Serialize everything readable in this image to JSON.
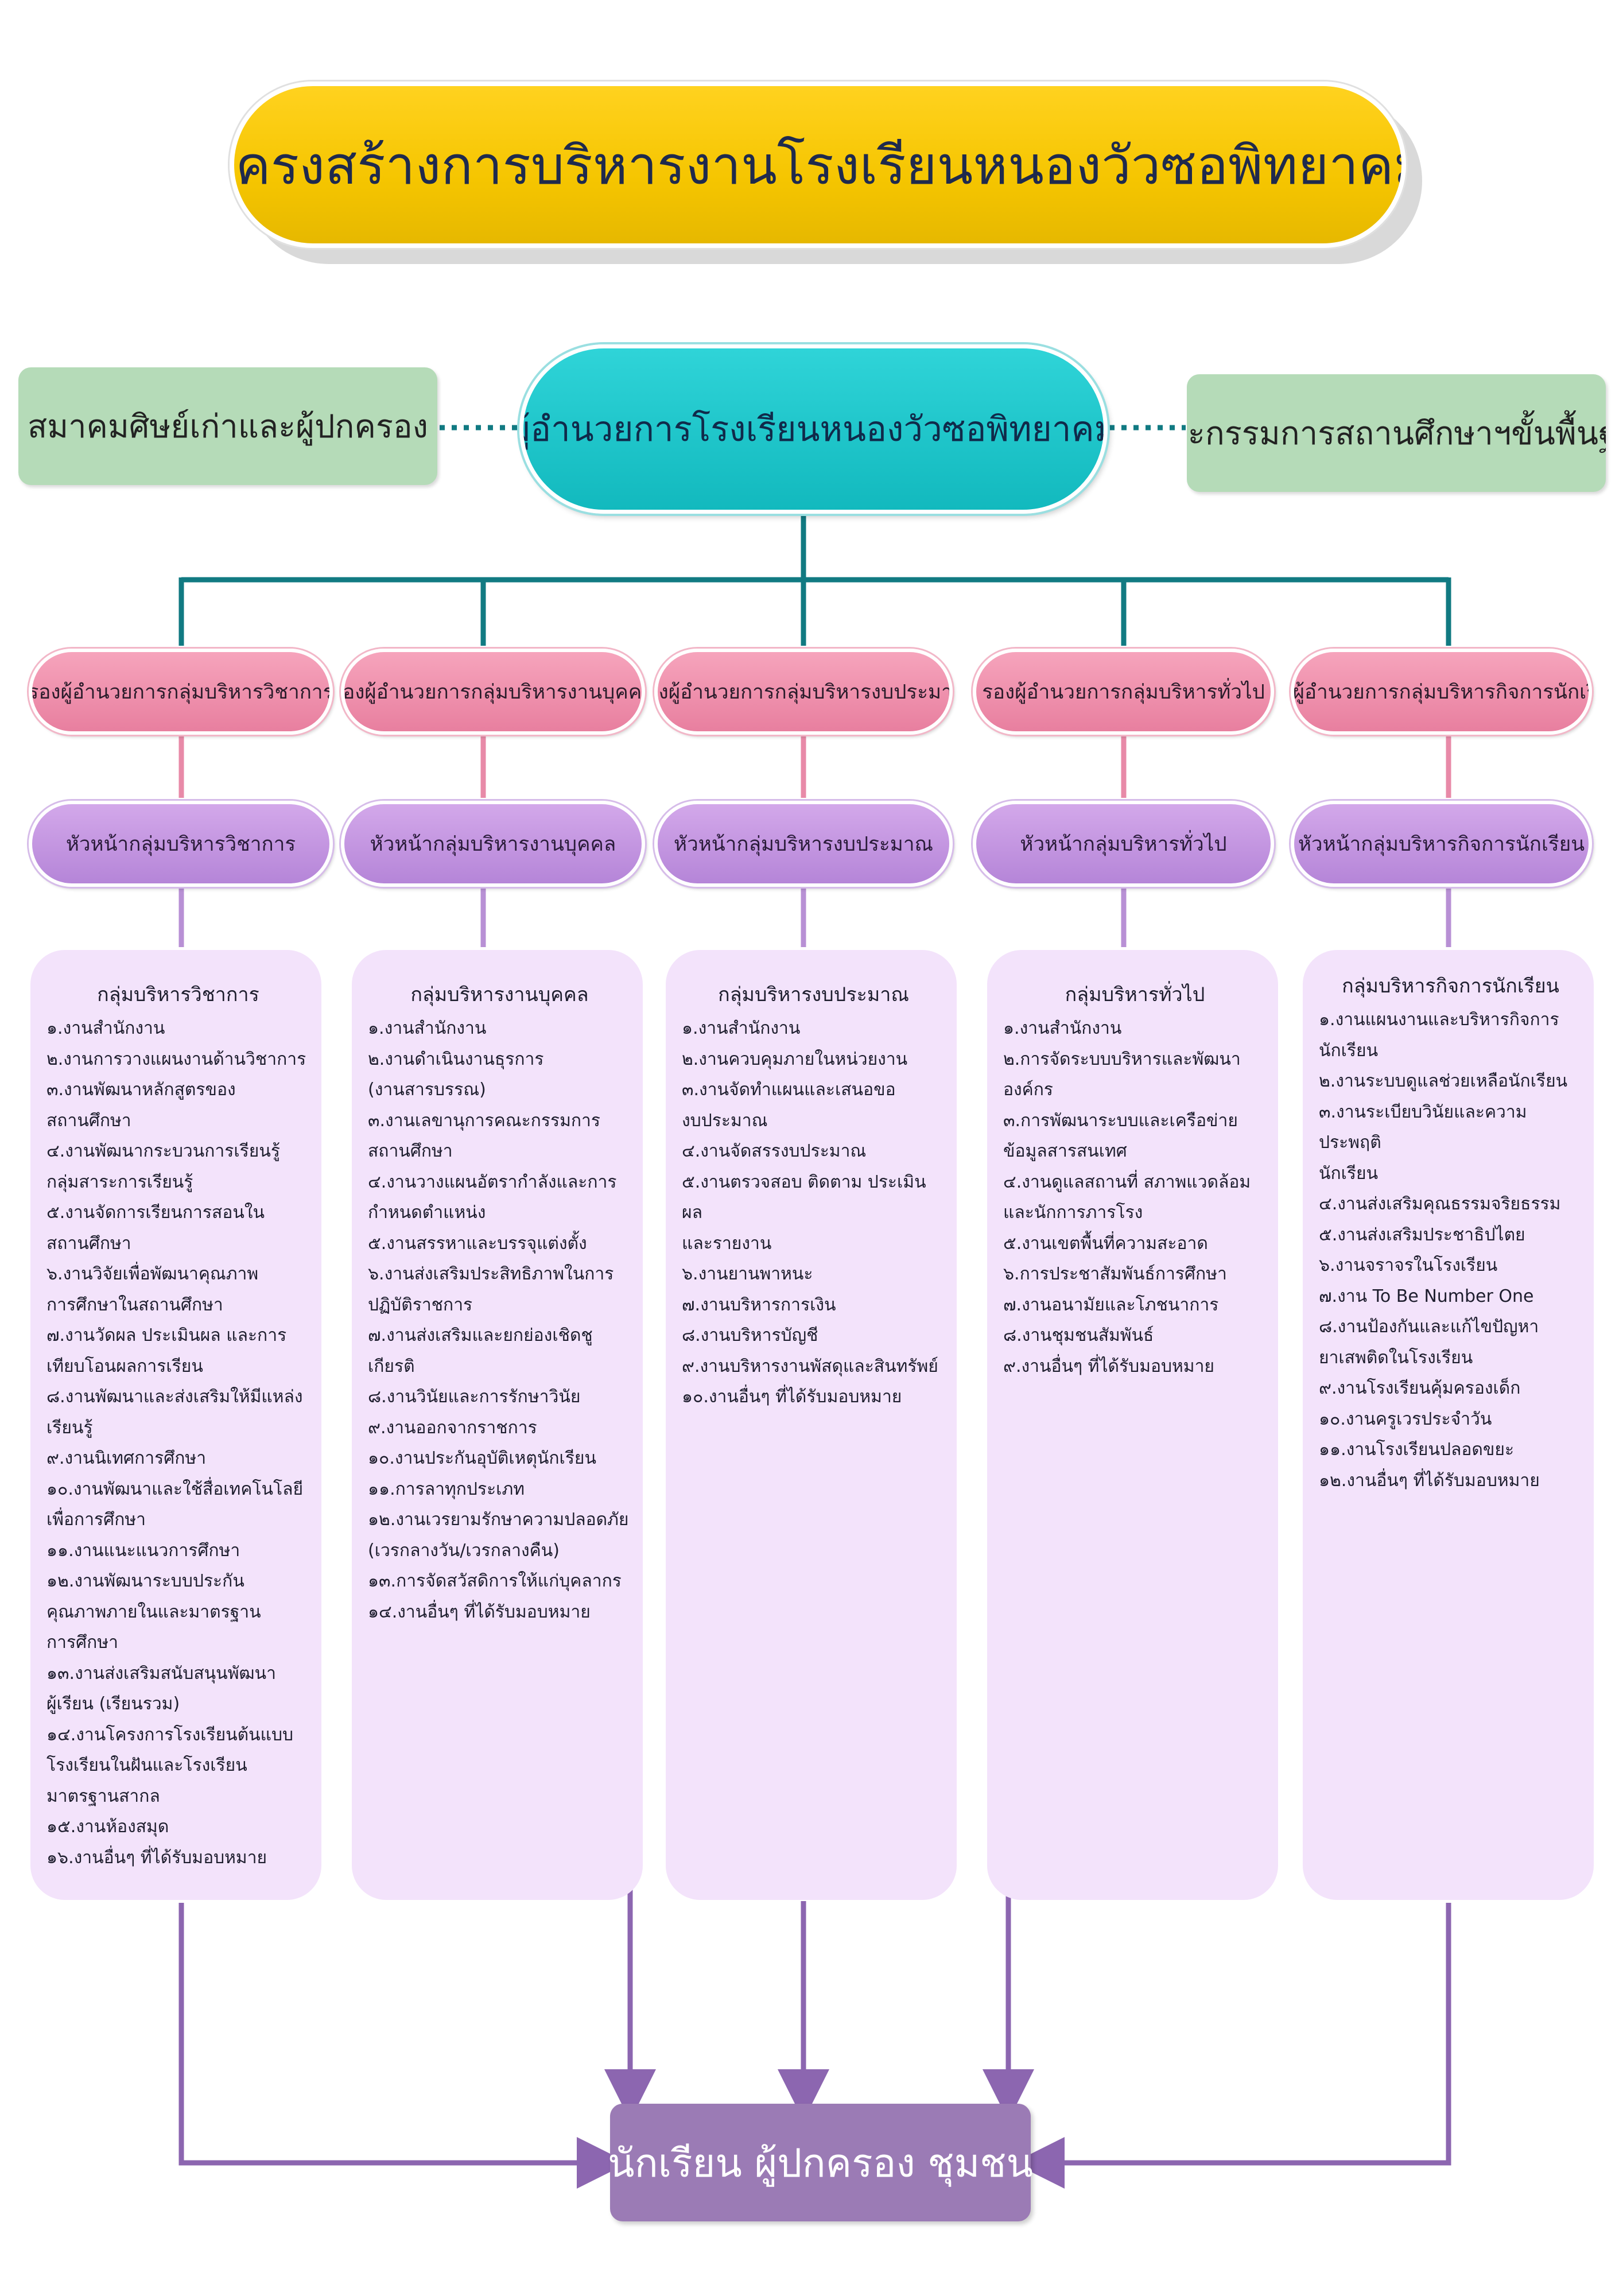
{
  "title": "โครงสร้างการบริหารงานโรงเรียนหนองวัวซอพิทยาคม",
  "director": "ผู้อำนวยการโรงเรียนหนองวัวซอพิทยาคม",
  "side_left": "สมาคมศิษย์เก่าและผู้ปกครอง",
  "side_right": "คณะกรรมการสถานศึกษาฯขั้นพื้นฐาน",
  "bottom": "นักเรียน ผู้ปกครอง ชุมชน",
  "colors": {
    "title": "#f5c500",
    "director": "#12b9be",
    "side": "#b5dbb8",
    "deputy": "#e87f9f",
    "head": "#b585d8",
    "box": "#f3e3fb",
    "bottom": "#9b7bb5",
    "connector_teal": "#117a82",
    "connector_pink": "#e88aa8",
    "connector_purple": "#b890d5",
    "arrow": "#8c66b0"
  },
  "columns": [
    {
      "deputy": "รองผู้อำนวยการกลุ่มบริหารวิชาการ",
      "head": "หัวหน้ากลุ่มบริหารวิชาการ",
      "box_title": "กลุ่มบริหารวิชาการ",
      "items": [
        "๑.งานสำนักงาน",
        "๒.งานการวางแผนงานด้านวิชาการ",
        "๓.งานพัฒนาหลักสูตรของ\nสถานศึกษา",
        "๔.งานพัฒนากระบวนการเรียนรู้\nกลุ่มสาระการเรียนรู้",
        "๕.งานจัดการเรียนการสอนใน\nสถานศึกษา",
        "๖.งานวิจัยเพื่อพัฒนาคุณภาพ\nการศึกษาในสถานศึกษา",
        "๗.งานวัดผล ประเมินผล และการ\nเทียบโอนผลการเรียน",
        "๘.งานพัฒนาและส่งเสริมให้มีแหล่ง\nเรียนรู้",
        "๙.งานนิเทศการศึกษา",
        "๑๐.งานพัฒนาและใช้สื่อเทคโนโลยี\nเพื่อการศึกษา",
        "๑๑.งานแนะแนวการศึกษา",
        "๑๒.งานพัฒนาระบบประกัน\nคุณภาพภายในและมาตรฐาน\nการศึกษา",
        "๑๓.งานส่งเสริมสนับสนุนพัฒนา\nผู้เรียน (เรียนรวม)",
        "๑๔.งานโครงการโรงเรียนต้นแบบ\nโรงเรียนในฝันและโรงเรียน\nมาตรฐานสากล",
        "๑๕.งานห้องสมุด",
        "๑๖.งานอื่นๆ ที่ได้รับมอบหมาย"
      ]
    },
    {
      "deputy": "รองผู้อำนวยการกลุ่มบริหารงานบุคคล",
      "head": "หัวหน้ากลุ่มบริหารงานบุคคล",
      "box_title": "กลุ่มบริหารงานบุคคล",
      "items": [
        "๑.งานสำนักงาน",
        "๒.งานดำเนินงานธุรการ\n(งานสารบรรณ)",
        "๓.งานเลขานุการคณะกรรมการ\nสถานศึกษา",
        "๔.งานวางแผนอัตรากำลังและการ\nกำหนดตำแหน่ง",
        "๕.งานสรรหาและบรรจุแต่งตั้ง",
        "๖.งานส่งเสริมประสิทธิภาพในการ\nปฏิบัติราชการ",
        "๗.งานส่งเสริมและยกย่องเชิดชู\nเกียรติ",
        "๘.งานวินัยและการรักษาวินัย",
        "๙.งานออกจากราชการ",
        "๑๐.งานประกันอุบัติเหตุนักเรียน",
        "๑๑.การลาทุกประเภท",
        "๑๒.งานเวรยามรักษาความปลอดภัย\n(เวรกลางวัน/เวรกลางคืน)",
        "๑๓.การจัดสวัสดิการให้แก่บุคลากร",
        "๑๔.งานอื่นๆ ที่ได้รับมอบหมาย"
      ]
    },
    {
      "deputy": "รองผู้อำนวยการกลุ่มบริหารงบประมาณ",
      "head": "หัวหน้ากลุ่มบริหารงบประมาณ",
      "box_title": "กลุ่มบริหารงบประมาณ",
      "items": [
        "๑.งานสำนักงาน",
        "๒.งานควบคุมภายในหน่วยงาน",
        "๓.งานจัดทำแผนและเสนอขอ\nงบประมาณ",
        "๔.งานจัดสรรงบประมาณ",
        "๕.งานตรวจสอบ ติดตาม ประเมินผล\nและรายงาน",
        "๖.งานยานพาหนะ",
        "๗.งานบริหารการเงิน",
        "๘.งานบริหารบัญชี",
        "๙.งานบริหารงานพัสดุและสินทรัพย์",
        "๑๐.งานอื่นๆ ที่ได้รับมอบหมาย"
      ]
    },
    {
      "deputy": "รองผู้อำนวยการกลุ่มบริหารทั่วไป",
      "head": "หัวหน้ากลุ่มบริหารทั่วไป",
      "box_title": "กลุ่มบริหารทั่วไป",
      "items": [
        "๑.งานสำนักงาน",
        "๒.การจัดระบบบริหารและพัฒนา\nองค์กร",
        "๓.การพัฒนาระบบและเครือข่าย\nข้อมูลสารสนเทศ",
        "๔.งานดูแลสถานที่ สภาพแวดล้อม\nและนักการภารโรง",
        "๕.งานเขตพื้นที่ความสะอาด",
        "๖.การประชาสัมพันธ์การศึกษา",
        "๗.งานอนามัยและโภชนาการ",
        "๘.งานชุมชนสัมพันธ์",
        "๙.งานอื่นๆ ที่ได้รับมอบหมาย"
      ]
    },
    {
      "deputy": "รองผู้อำนวยการกลุ่มบริหารกิจการนักเรียน",
      "head": "หัวหน้ากลุ่มบริหารกิจการนักเรียน",
      "box_title": "กลุ่มบริหารกิจการนักเรียน",
      "items": [
        "๑.งานแผนงานและบริหารกิจการ\nนักเรียน",
        "๒.งานระบบดูแลช่วยเหลือนักเรียน",
        "๓.งานระเบียบวินัยและความประพฤติ\nนักเรียน",
        "๔.งานส่งเสริมคุณธรรมจริยธรรม",
        "๕.งานส่งเสริมประชาธิปไตย",
        "๖.งานจราจรในโรงเรียน",
        "๗.งาน To Be Number One",
        "๘.งานป้องกันและแก้ไขปัญหา\nยาเสพติดในโรงเรียน",
        "๙.งานโรงเรียนคุ้มครองเด็ก",
        "๑๐.งานครูเวรประจำวัน",
        "๑๑.งานโรงเรียนปลอดขยะ",
        "๑๒.งานอื่นๆ ที่ได้รับมอบหมาย"
      ]
    }
  ]
}
